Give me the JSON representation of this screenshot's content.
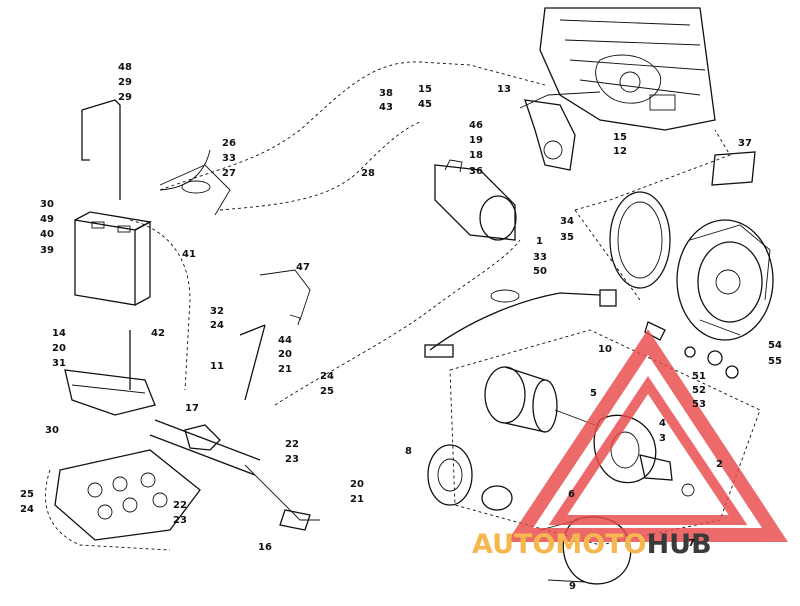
{
  "watermark": {
    "text_part1": "AUTOMOTO",
    "text_part2": "HUB",
    "color_part1": "#f5b74e",
    "color_part2": "#3a3a3a",
    "triangle_color": "#e84a4a"
  },
  "callouts": [
    "48",
    "29",
    "29",
    "26",
    "33",
    "27",
    "30",
    "49",
    "40",
    "39",
    "41",
    "42",
    "38",
    "43",
    "15",
    "45",
    "28",
    "46",
    "19",
    "18",
    "36",
    "13",
    "15",
    "12",
    "37",
    "34",
    "35",
    "1",
    "33",
    "50",
    "47",
    "32",
    "24",
    "44",
    "11",
    "20",
    "21",
    "24",
    "25",
    "14",
    "20",
    "31",
    "17",
    "22",
    "23",
    "30",
    "25",
    "24",
    "22",
    "23",
    "16",
    "20",
    "21",
    "10",
    "5",
    "54",
    "55",
    "51",
    "52",
    "53",
    "4",
    "3",
    "2",
    "8",
    "6",
    "7",
    "9"
  ]
}
